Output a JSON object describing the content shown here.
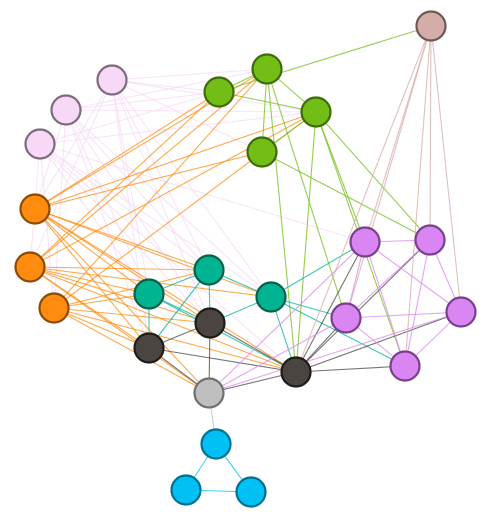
{
  "groups": {
    "pink": {
      "fill": "#f7d9f7",
      "stroke": "#7d6a7d"
    },
    "orange": {
      "fill": "#ff8c0f",
      "stroke": "#8a4a06"
    },
    "green": {
      "fill": "#72be16",
      "stroke": "#3d6a0b"
    },
    "teal": {
      "fill": "#00b391",
      "stroke": "#0a5e4d"
    },
    "dark": {
      "fill": "#4a4541",
      "stroke": "#1e1b19"
    },
    "purple": {
      "fill": "#d985f2",
      "stroke": "#7a3f8c"
    },
    "grey": {
      "fill": "#bfbfbf",
      "stroke": "#6f6f6f"
    },
    "tan": {
      "fill": "#d4aca8",
      "stroke": "#6d5856"
    },
    "blue": {
      "fill": "#00c0f4",
      "stroke": "#00708f"
    }
  },
  "nodes": [
    {
      "id": "p1",
      "group": "pink"
    },
    {
      "id": "p2",
      "group": "pink"
    },
    {
      "id": "p3",
      "group": "pink"
    },
    {
      "id": "o1",
      "group": "orange"
    },
    {
      "id": "o2",
      "group": "orange"
    },
    {
      "id": "o3",
      "group": "orange"
    },
    {
      "id": "g1",
      "group": "green"
    },
    {
      "id": "g2",
      "group": "green"
    },
    {
      "id": "g3",
      "group": "green"
    },
    {
      "id": "g4",
      "group": "green"
    },
    {
      "id": "t1",
      "group": "teal"
    },
    {
      "id": "t2",
      "group": "teal"
    },
    {
      "id": "t3",
      "group": "teal"
    },
    {
      "id": "d1",
      "group": "dark"
    },
    {
      "id": "d2",
      "group": "dark"
    },
    {
      "id": "d3",
      "group": "dark"
    },
    {
      "id": "r1",
      "group": "tan"
    },
    {
      "id": "v1",
      "group": "purple"
    },
    {
      "id": "v2",
      "group": "purple"
    },
    {
      "id": "v3",
      "group": "purple"
    },
    {
      "id": "v4",
      "group": "purple"
    },
    {
      "id": "v5",
      "group": "purple"
    },
    {
      "id": "gr",
      "group": "grey"
    },
    {
      "id": "b1",
      "group": "blue"
    },
    {
      "id": "b2",
      "group": "blue"
    },
    {
      "id": "b3",
      "group": "blue"
    }
  ],
  "edges": [
    [
      "p1",
      "g1"
    ],
    [
      "p1",
      "g2"
    ],
    [
      "p1",
      "g3"
    ],
    [
      "p1",
      "g4"
    ],
    [
      "p1",
      "t1"
    ],
    [
      "p1",
      "t2"
    ],
    [
      "p1",
      "t3"
    ],
    [
      "p1",
      "d1"
    ],
    [
      "p1",
      "o1"
    ],
    [
      "p1",
      "o2"
    ],
    [
      "p1",
      "d2"
    ],
    [
      "p2",
      "g1"
    ],
    [
      "p2",
      "g2"
    ],
    [
      "p2",
      "g3"
    ],
    [
      "p2",
      "t1"
    ],
    [
      "p2",
      "t2"
    ],
    [
      "p2",
      "t3"
    ],
    [
      "p2",
      "d1"
    ],
    [
      "p2",
      "d2"
    ],
    [
      "p2",
      "o1"
    ],
    [
      "p2",
      "o3"
    ],
    [
      "p3",
      "g1"
    ],
    [
      "p3",
      "g3"
    ],
    [
      "p3",
      "t1"
    ],
    [
      "p3",
      "t2"
    ],
    [
      "p3",
      "t3"
    ],
    [
      "p3",
      "d1"
    ],
    [
      "p3",
      "d3"
    ],
    [
      "p3",
      "o2"
    ],
    [
      "p3",
      "o3"
    ],
    [
      "p3",
      "v1"
    ],
    [
      "o1",
      "g1"
    ],
    [
      "o1",
      "g2"
    ],
    [
      "o1",
      "g3"
    ],
    [
      "o1",
      "g4"
    ],
    [
      "o1",
      "t1"
    ],
    [
      "o1",
      "t2"
    ],
    [
      "o1",
      "d1"
    ],
    [
      "o1",
      "d2"
    ],
    [
      "o1",
      "d3"
    ],
    [
      "o1",
      "t3"
    ],
    [
      "o1",
      "gr"
    ],
    [
      "o2",
      "g1"
    ],
    [
      "o2",
      "g2"
    ],
    [
      "o2",
      "g3"
    ],
    [
      "o2",
      "t1"
    ],
    [
      "o2",
      "t2"
    ],
    [
      "o2",
      "d1"
    ],
    [
      "o2",
      "d2"
    ],
    [
      "o2",
      "d3"
    ],
    [
      "o2",
      "gr"
    ],
    [
      "o2",
      "t3"
    ],
    [
      "o3",
      "g2"
    ],
    [
      "o3",
      "g3"
    ],
    [
      "o3",
      "t1"
    ],
    [
      "o3",
      "t2"
    ],
    [
      "o3",
      "d1"
    ],
    [
      "o3",
      "d2"
    ],
    [
      "o3",
      "d3"
    ],
    [
      "o3",
      "gr"
    ],
    [
      "g1",
      "g2"
    ],
    [
      "g1",
      "g3"
    ],
    [
      "g1",
      "r1"
    ],
    [
      "g2",
      "g3"
    ],
    [
      "g2",
      "g4"
    ],
    [
      "g3",
      "g4"
    ],
    [
      "g3",
      "v1"
    ],
    [
      "g3",
      "v2"
    ],
    [
      "g3",
      "v4"
    ],
    [
      "g3",
      "d3"
    ],
    [
      "g2",
      "v3"
    ],
    [
      "g2",
      "d3"
    ],
    [
      "g4",
      "v2"
    ],
    [
      "t1",
      "t2"
    ],
    [
      "t1",
      "t3"
    ],
    [
      "t1",
      "d1"
    ],
    [
      "t1",
      "d2"
    ],
    [
      "t2",
      "d1"
    ],
    [
      "t2",
      "d2"
    ],
    [
      "t2",
      "d3"
    ],
    [
      "t3",
      "d3"
    ],
    [
      "t3",
      "v1"
    ],
    [
      "t3",
      "v3"
    ],
    [
      "t3",
      "v4"
    ],
    [
      "t3",
      "d1"
    ],
    [
      "d1",
      "d2"
    ],
    [
      "d1",
      "d3"
    ],
    [
      "d2",
      "d3"
    ],
    [
      "d1",
      "gr"
    ],
    [
      "d2",
      "gr"
    ],
    [
      "d3",
      "gr"
    ],
    [
      "d3",
      "v1"
    ],
    [
      "d3",
      "v2"
    ],
    [
      "d3",
      "v3"
    ],
    [
      "d3",
      "v4"
    ],
    [
      "d3",
      "v5"
    ],
    [
      "r1",
      "v1"
    ],
    [
      "r1",
      "v2"
    ],
    [
      "r1",
      "v3"
    ],
    [
      "r1",
      "v4"
    ],
    [
      "r1",
      "v5"
    ],
    [
      "r1",
      "d3"
    ],
    [
      "v1",
      "v2"
    ],
    [
      "v1",
      "v3"
    ],
    [
      "v1",
      "v4"
    ],
    [
      "v1",
      "v5"
    ],
    [
      "v2",
      "v3"
    ],
    [
      "v2",
      "v4"
    ],
    [
      "v2",
      "v5"
    ],
    [
      "v3",
      "v4"
    ],
    [
      "v3",
      "v5"
    ],
    [
      "v4",
      "v5"
    ],
    [
      "v1",
      "gr"
    ],
    [
      "v3",
      "gr"
    ],
    [
      "v5",
      "gr"
    ],
    [
      "gr",
      "b1"
    ],
    [
      "b1",
      "b2"
    ],
    [
      "b1",
      "b3"
    ],
    [
      "b2",
      "b3"
    ]
  ]
}
